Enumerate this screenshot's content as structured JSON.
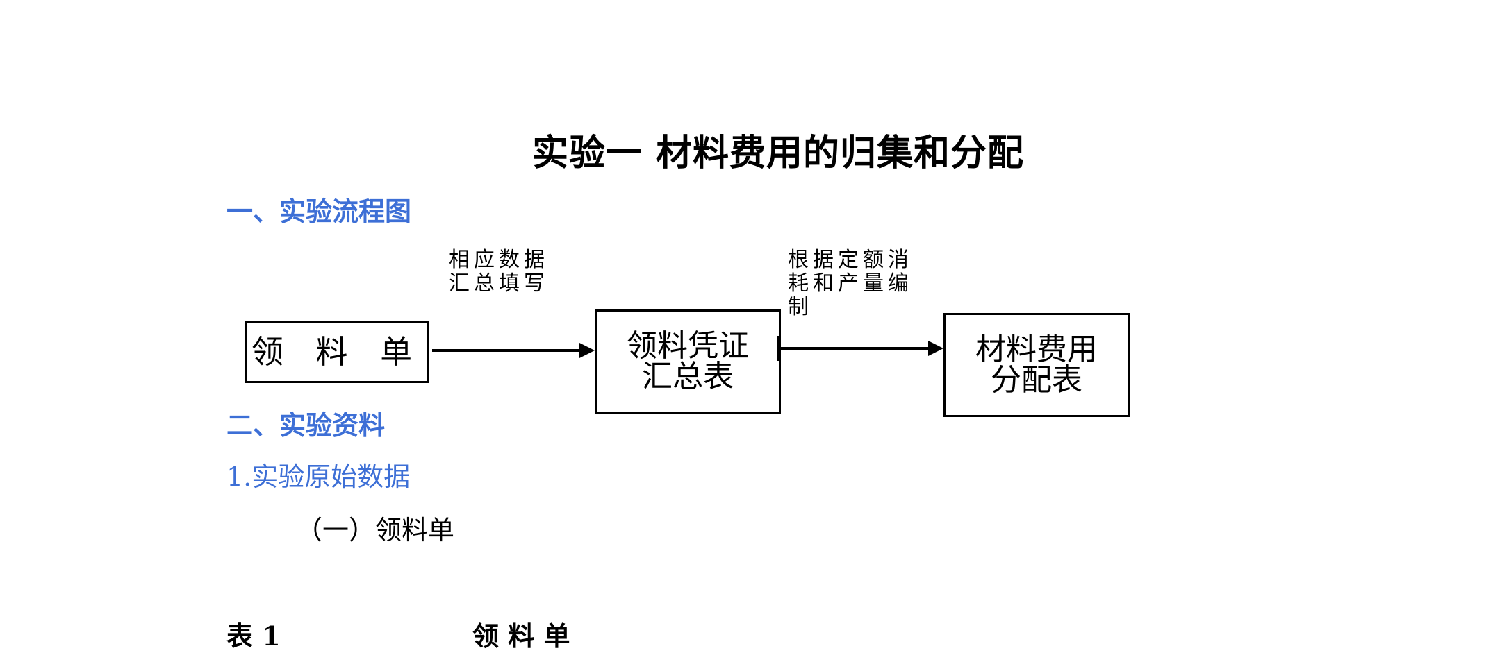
{
  "document": {
    "title": "实验一   材料费用的归集和分配",
    "section1": "一、实验流程图",
    "flowchart": {
      "box1": "领 料 单",
      "box2_line1": "领料凭证",
      "box2_line2": "汇总表",
      "box3_line1": "材料费用",
      "box3_line2": "分配表",
      "note1": "相应数据汇总填写",
      "note2": "根据定额消耗和产量编制"
    },
    "section2": "二、实验资料",
    "subsection1": "1.实验原始数据",
    "item1": "（一）领料单",
    "table_caption_left": "表 1",
    "table_caption_right": "领 料 单"
  }
}
